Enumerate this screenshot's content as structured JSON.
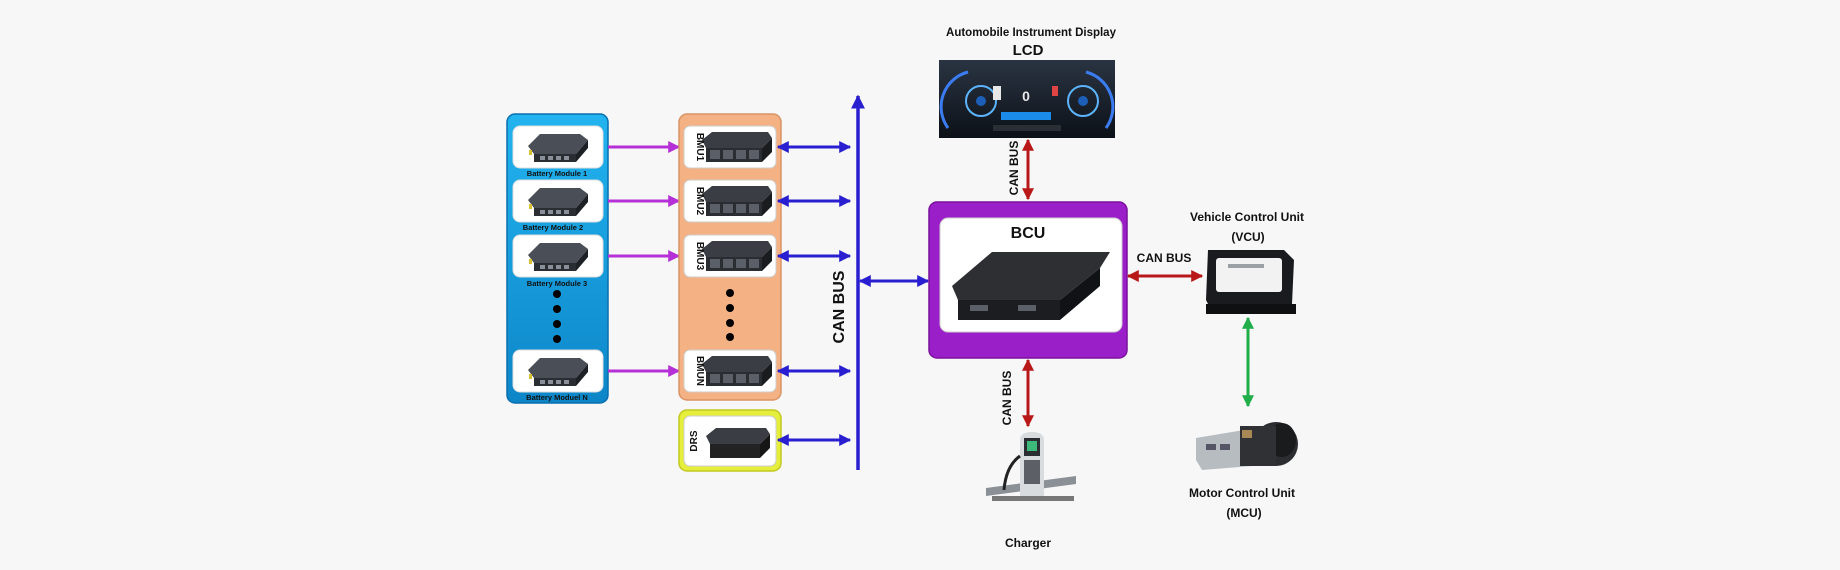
{
  "lcd": {
    "caption": "Automobile Instrument Display",
    "label": "LCD",
    "speed": "0"
  },
  "battery_modules": [
    "Battery Module 1",
    "Battery Module 2",
    "Battery Module 3",
    "Battery Moduel N"
  ],
  "bmus": [
    "BMU1",
    "BMU2",
    "BMU3",
    "BMUN"
  ],
  "drs": "DRS",
  "can_bus": {
    "main": "CAN BUS",
    "lcd_link": "CAN BUS",
    "vcu_link": "CAN BUS",
    "charger_link": "CAN BUS"
  },
  "bcu": "BCU",
  "vcu": {
    "title": "Vehicle Control Unit",
    "abbr": "(VCU)"
  },
  "mcu": {
    "title": "Motor Control Unit",
    "abbr": "(MCU)"
  },
  "charger": "Charger",
  "colors": {
    "module_panel": "#1a9ee0",
    "bmu_panel": "#f4b183",
    "drs_panel": "#e6ee3c",
    "bcu_panel": "#9b1fc8",
    "bus": "#2a1fd0",
    "module_link": "#b530d6",
    "can_link": "#b81818",
    "motor_link": "#1fae4a"
  }
}
